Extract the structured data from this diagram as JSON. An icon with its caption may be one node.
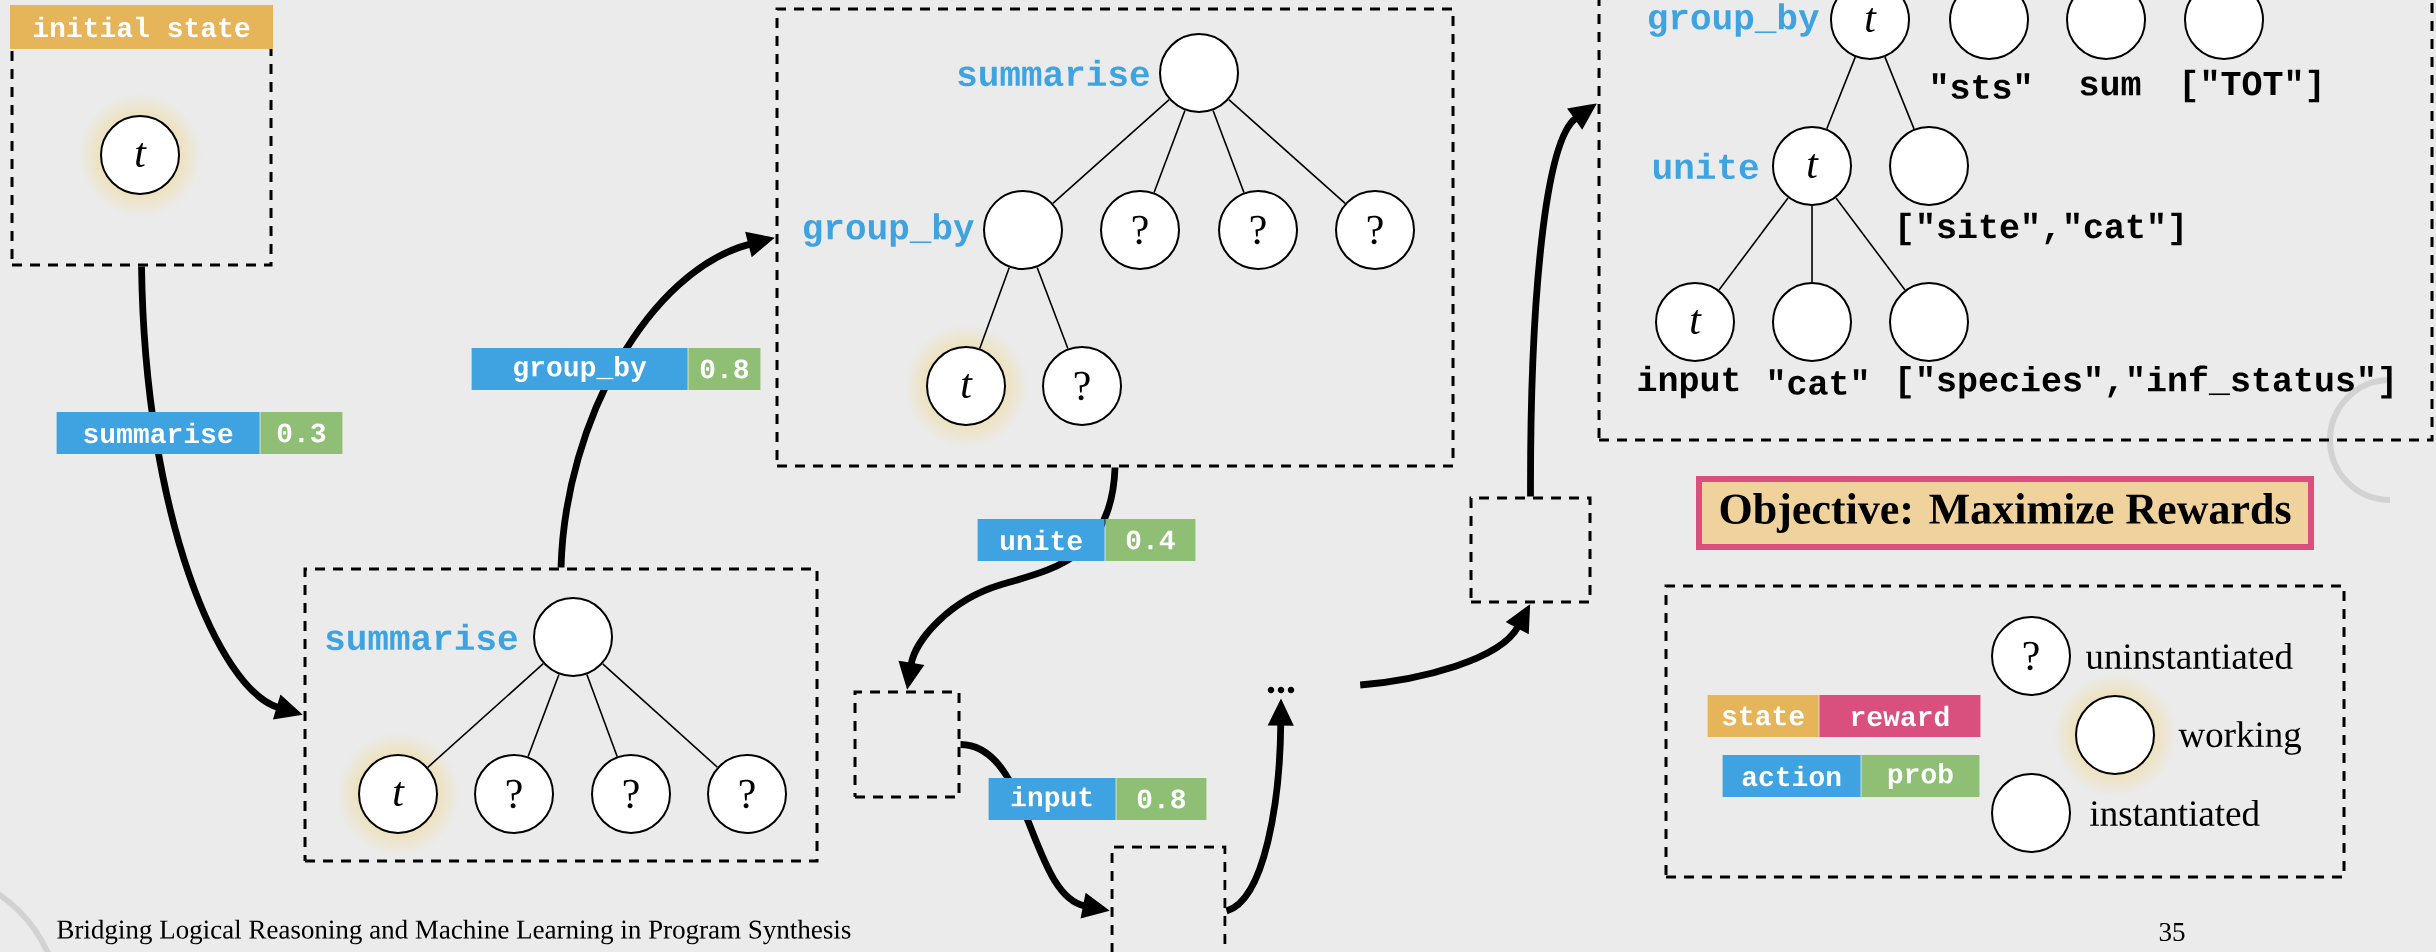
{
  "diagram": {
    "nodes": [
      {
        "text": [
          "initial state"
        ]
      },
      {
        "text": [
          "t"
        ],
        "in": 0
      },
      {
        "text": [],
        "shape": "box"
      },
      {
        "text": [],
        "shape": "circle",
        "in": 2,
        "beside": [
          "summarise"
        ]
      },
      {
        "text": [
          "t"
        ],
        "in": 2
      },
      {
        "text": [
          "?"
        ],
        "in": 2
      },
      {
        "text": [
          "?"
        ],
        "in": 2
      },
      {
        "text": [
          "?"
        ],
        "in": 2
      },
      {
        "text": [],
        "shape": "box"
      },
      {
        "text": [],
        "shape": "circle",
        "in": 8,
        "beside": [
          "summarise"
        ]
      },
      {
        "text": [],
        "shape": "circle",
        "in": 8,
        "beside": [
          "group_by"
        ]
      },
      {
        "text": [
          "?"
        ],
        "in": 8
      },
      {
        "text": [
          "?"
        ],
        "in": 8
      },
      {
        "text": [
          "?"
        ],
        "in": 8
      },
      {
        "text": [
          "t"
        ],
        "in": 8
      },
      {
        "text": [
          "?"
        ],
        "in": 8
      },
      {
        "text": [],
        "shape": "box"
      },
      {
        "text": [],
        "shape": "box"
      },
      {
        "text": [
          "..."
        ]
      },
      {
        "text": [],
        "shape": "box"
      },
      {
        "text": [],
        "shape": "box"
      },
      {
        "text": [
          "t"
        ],
        "in": 20,
        "beside": [
          "group_by"
        ]
      },
      {
        "text": [],
        "shape": "circle",
        "in": 20,
        "beside": [
          "\"sts\""
        ]
      },
      {
        "text": [],
        "shape": "circle",
        "in": 20,
        "beside": [
          "sum"
        ]
      },
      {
        "text": [],
        "shape": "circle",
        "in": 20,
        "beside": [
          "[\"TOT\"]"
        ]
      },
      {
        "text": [
          "t"
        ],
        "in": 20,
        "beside": [
          "unite"
        ]
      },
      {
        "text": [],
        "shape": "circle",
        "in": 20,
        "beside": [
          "[\"site\",\"cat\"]"
        ]
      },
      {
        "text": [
          "t"
        ],
        "in": 20,
        "beside": [
          "input"
        ]
      },
      {
        "text": [],
        "shape": "circle",
        "in": 20,
        "beside": [
          "\"cat\""
        ]
      },
      {
        "text": [],
        "shape": "circle",
        "in": 20,
        "beside": [
          "[\"species\",\"inf_status\"]"
        ]
      },
      {
        "text": [
          "Objective: Maximize Rewards"
        ]
      },
      {
        "text": [],
        "shape": "box"
      },
      {
        "text": [
          "?"
        ],
        "in": 31,
        "beside": [
          "uninstantiated"
        ]
      },
      {
        "text": [],
        "shape": "circle",
        "in": 31,
        "beside": [
          "working"
        ]
      },
      {
        "text": [],
        "shape": "circle",
        "in": 31,
        "beside": [
          "instantiated"
        ]
      }
    ],
    "edges": [
      {
        "from": 0,
        "to": 2,
        "arrow": "to",
        "style": "thick",
        "label": "summarise"
      },
      {
        "from": 2,
        "to": 8,
        "arrow": "to",
        "style": "thick",
        "label": "group_by"
      },
      {
        "from": 8,
        "to": 16,
        "arrow": "to",
        "style": "thick",
        "label": "unite"
      },
      {
        "from": 16,
        "to": 17,
        "arrow": "to",
        "style": "thick",
        "label": "input"
      },
      {
        "from": 17,
        "to": 18,
        "arrow": "to",
        "style": "thick"
      },
      {
        "from": 18,
        "to": 19,
        "arrow": "to",
        "style": "thick"
      },
      {
        "from": 19,
        "to": 20,
        "arrow": "to",
        "style": "thick"
      },
      {
        "from": 3,
        "to": 4,
        "arrow": "none"
      },
      {
        "from": 3,
        "to": 5,
        "arrow": "none"
      },
      {
        "from": 3,
        "to": 6,
        "arrow": "none"
      },
      {
        "from": 3,
        "to": 7,
        "arrow": "none"
      },
      {
        "from": 9,
        "to": 10,
        "arrow": "none"
      },
      {
        "from": 9,
        "to": 11,
        "arrow": "none"
      },
      {
        "from": 9,
        "to": 12,
        "arrow": "none"
      },
      {
        "from": 9,
        "to": 13,
        "arrow": "none"
      },
      {
        "from": 10,
        "to": 14,
        "arrow": "none"
      },
      {
        "from": 10,
        "to": 15,
        "arrow": "none"
      },
      {
        "from": 21,
        "to": 25,
        "arrow": "none"
      },
      {
        "from": 21,
        "to": 26,
        "arrow": "none"
      },
      {
        "from": 25,
        "to": 27,
        "arrow": "none"
      },
      {
        "from": 25,
        "to": 28,
        "arrow": "none"
      },
      {
        "from": 25,
        "to": 29,
        "arrow": "none"
      }
    ],
    "labels": [
      "0.3",
      "0.8",
      "0.4",
      "0.8",
      "Bridging Logical Reasoning and Machine Learning in Program Synthesis",
      "35"
    ],
    "legend": [
      {
        "text": "state",
        "color": "#e6b55a"
      },
      {
        "text": "reward",
        "color": "#d94f7e"
      },
      {
        "text": "action",
        "color": "#3ea3e0"
      },
      {
        "text": "prob",
        "color": "#8fbf75"
      }
    ]
  }
}
